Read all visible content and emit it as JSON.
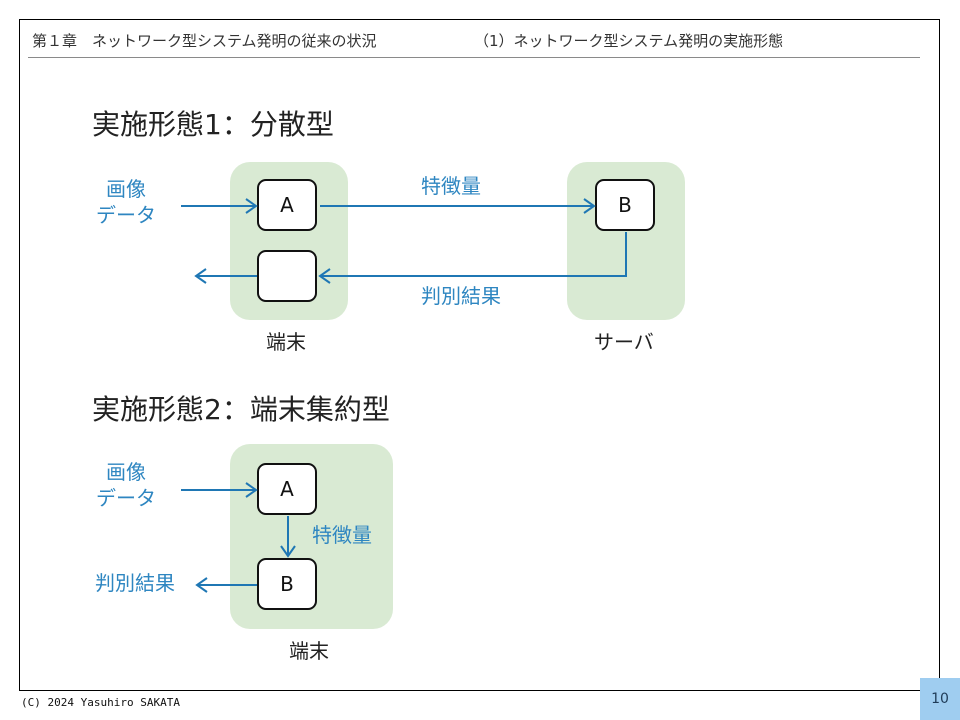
{
  "header": {
    "chapter": "第１章　ネットワーク型システム発明の従来の状況",
    "section": "（1）ネットワーク型システム発明の実施形態"
  },
  "embodiment1": {
    "title": "実施形態1：分散型",
    "input_label": "画像\nデータ",
    "input_label_line1": "画像",
    "input_label_line2": "データ",
    "box_a": "A",
    "box_empty": "",
    "box_b": "B",
    "feature_label": "特徴量",
    "result_label": "判別結果",
    "terminal_label": "端末",
    "server_label": "サーバ"
  },
  "embodiment2": {
    "title": "実施形態2：端末集約型",
    "input_label_line1": "画像",
    "input_label_line2": "データ",
    "box_a": "A",
    "box_b": "B",
    "feature_label": "特徴量",
    "result_label": "判別結果",
    "terminal_label": "端末"
  },
  "colors": {
    "arrow": "#1f77b4",
    "label_blue": "#2e86c1",
    "group_fill": "#d9ead3",
    "page_badge": "#9fcdf0"
  },
  "footer": {
    "copyright": "(C) 2024 Yasuhiro SAKATA",
    "page_number": "10"
  }
}
